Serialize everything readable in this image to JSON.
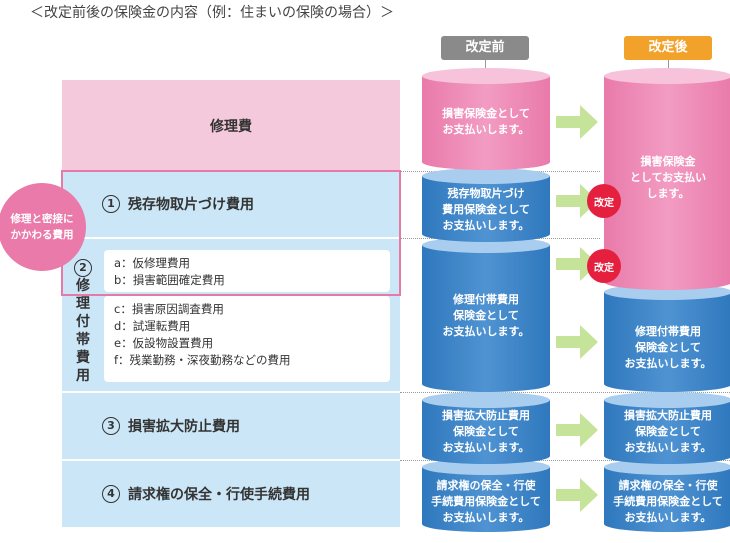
{
  "title": "＜改定前後の保険金の内容（例：住まいの保険の場合）＞",
  "headers": {
    "before": "改定前",
    "after": "改定後"
  },
  "colors": {
    "pink": "#ec8cb7",
    "blue": "#3f86c8",
    "row_pink": "#f4c9dc",
    "row_blue": "#cbe6f6",
    "revise": "#e5203f",
    "after_header": "#f2a12a",
    "before_header": "#8a8a8a"
  },
  "rows": {
    "repair": "修理費",
    "debris": {
      "num": "1",
      "label": "残存物取片づけ費用"
    },
    "incidental": {
      "num": "2",
      "vertical_label": [
        "修",
        "理",
        "付",
        "帯",
        "費",
        "用"
      ],
      "items_a": [
        "a：仮修理費用",
        "b：損害範囲確定費用"
      ],
      "items_b": [
        "c：損害原因調査費用",
        "d：試運転費用",
        "e：仮設物設置費用",
        "f：残業勤務・深夜勤務などの費用"
      ]
    },
    "prevention": {
      "num": "3",
      "label": "損害拡大防止費用"
    },
    "claim": {
      "num": "4",
      "label": "請求権の保全・行使手続費用"
    }
  },
  "bubble": [
    "修理と密接に",
    "かかわる費用"
  ],
  "before_cylinders": {
    "repair": [
      "損害保険金として",
      "お支払いします。"
    ],
    "debris": [
      "残存物取片づけ",
      "費用保険金として",
      "お支払いします。"
    ],
    "incidental": [
      "修理付帯費用",
      "保険金として",
      "お支払いします。"
    ],
    "prevention": [
      "損害拡大防止費用",
      "保険金として",
      "お支払いします。"
    ],
    "claim": [
      "請求権の保全・行使",
      "手続費用保険金として",
      "お支払いします。"
    ]
  },
  "after_cylinders": {
    "damage": [
      "損害保険金",
      "としてお支払い",
      "します。"
    ],
    "incidental": [
      "修理付帯費用",
      "保険金として",
      "お支払いします。"
    ],
    "prevention": [
      "損害拡大防止費用",
      "保険金として",
      "お支払いします。"
    ],
    "claim": [
      "請求権の保全・行使",
      "手続費用保険金として",
      "お支払いします。"
    ]
  },
  "revised_badge": "改定"
}
